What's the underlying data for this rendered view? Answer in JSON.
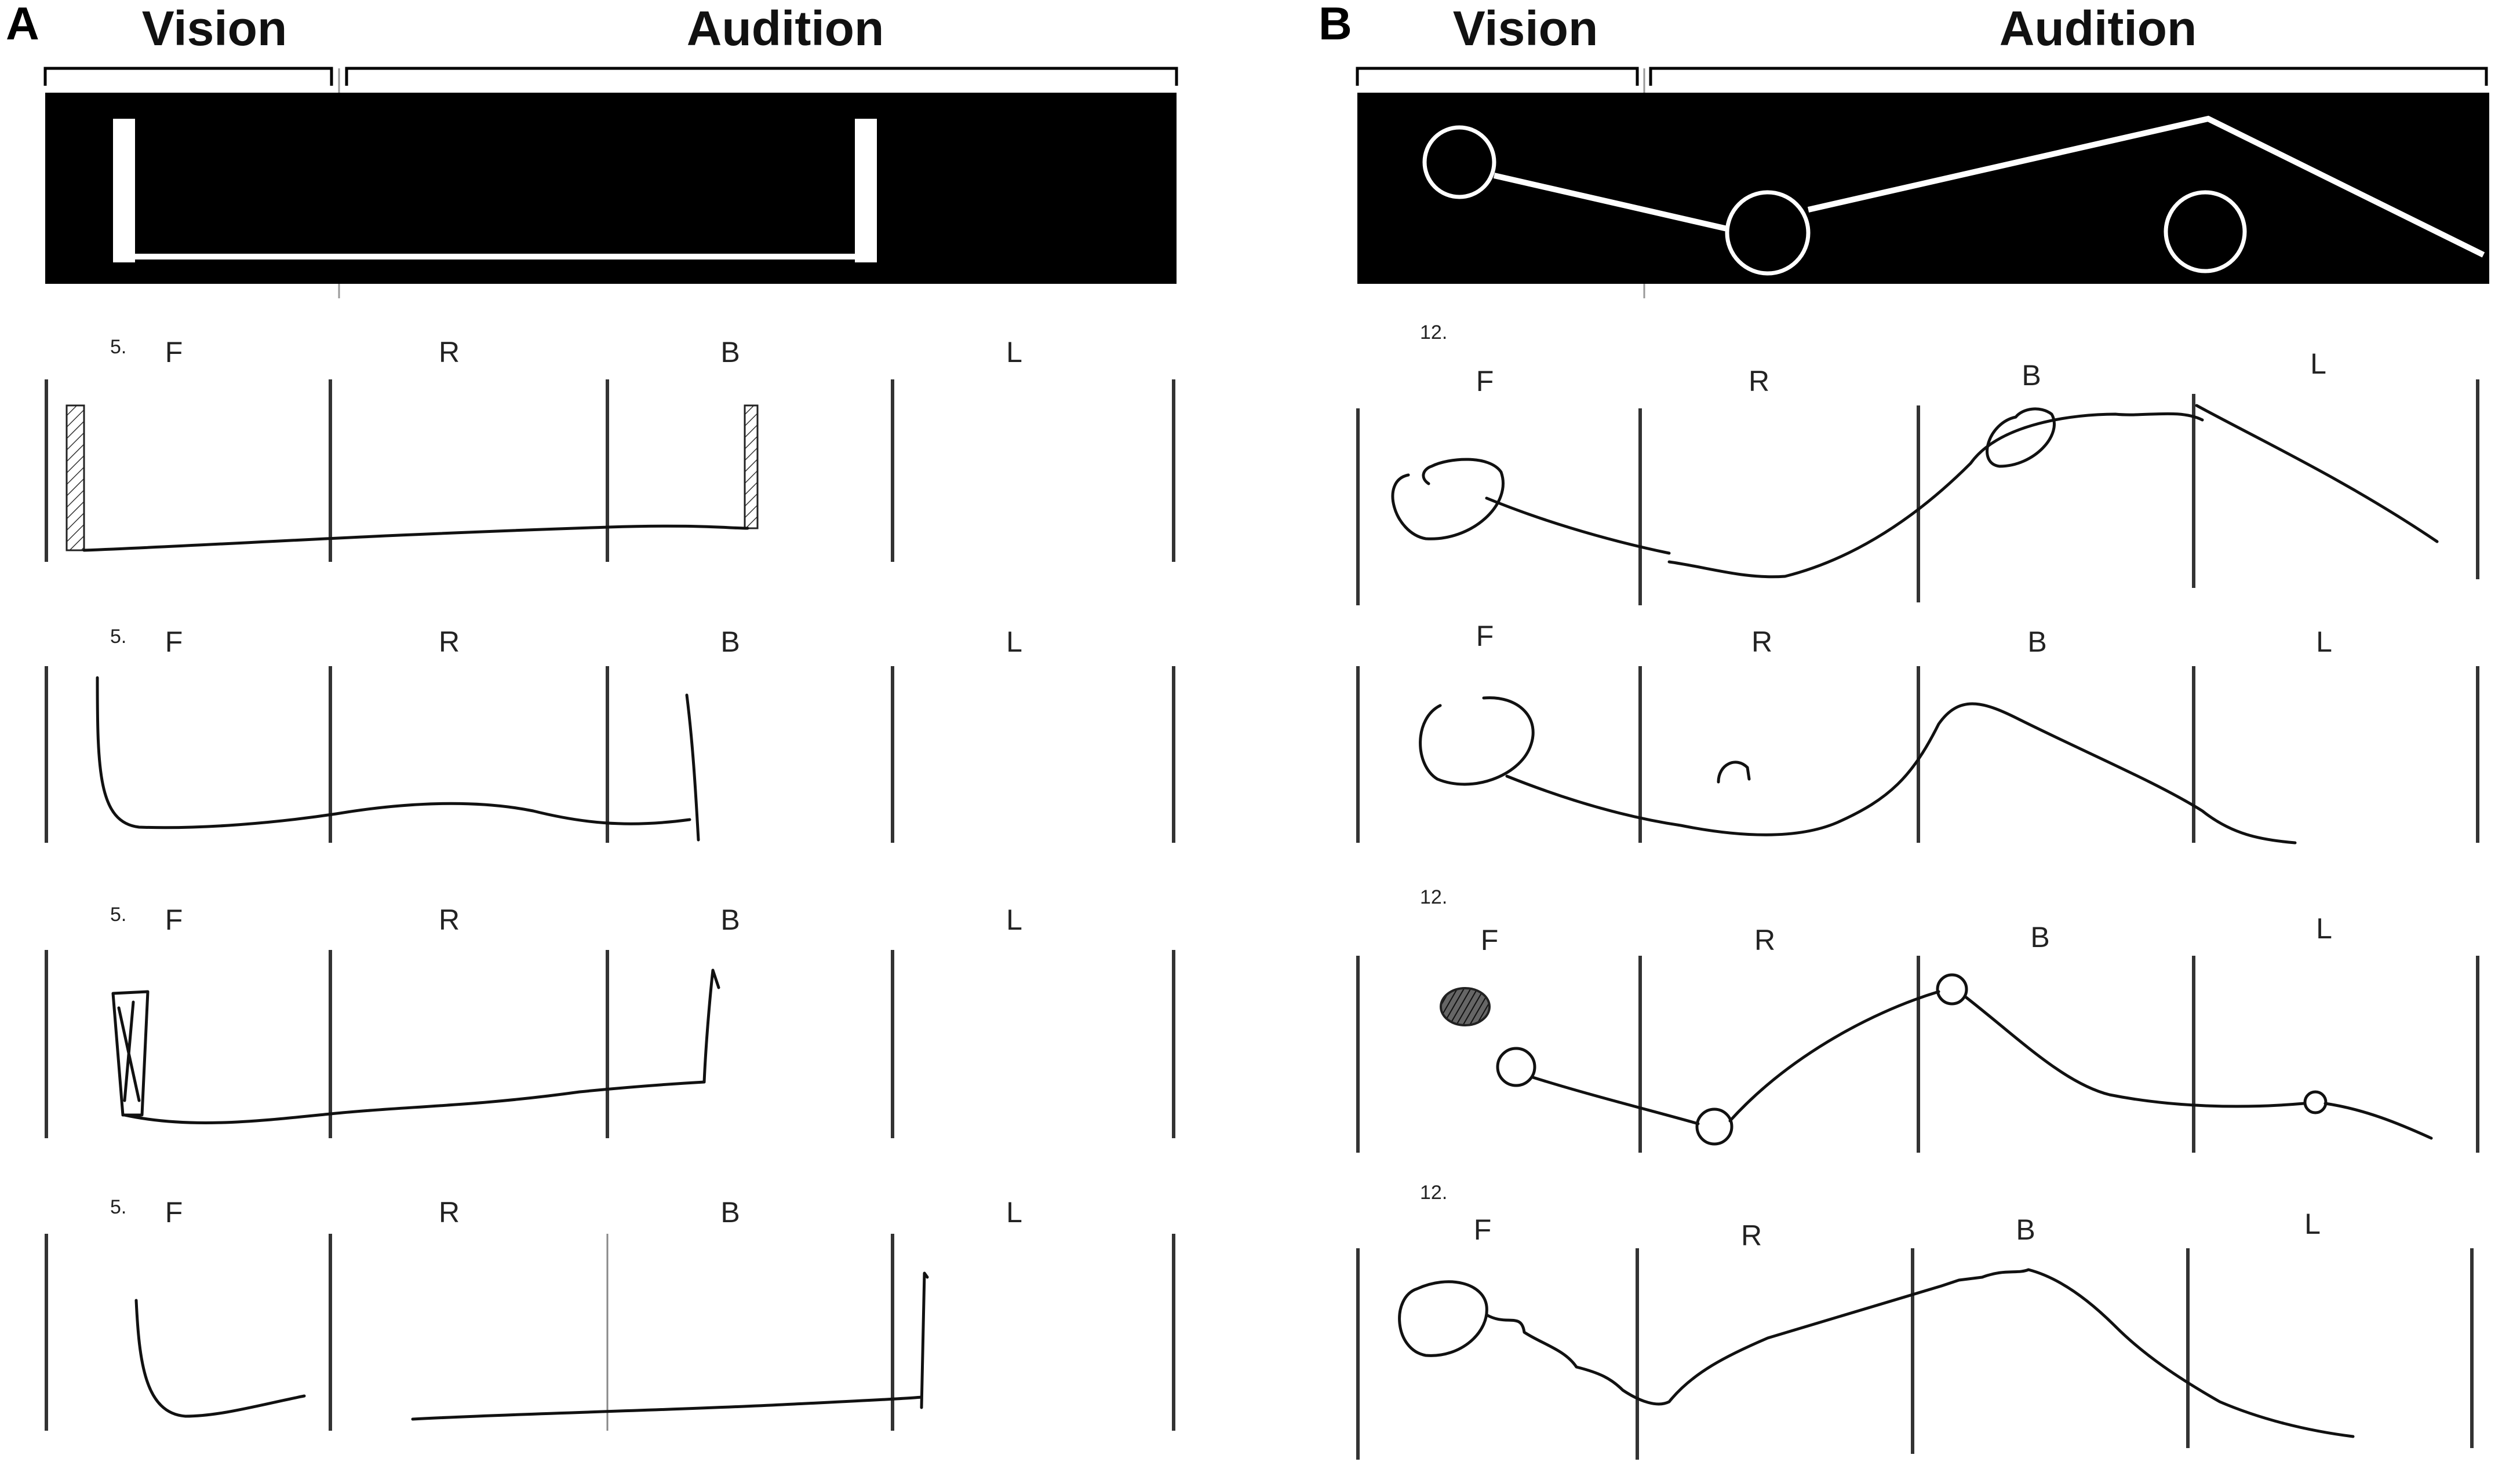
{
  "panel_a": {
    "letter": "A",
    "vision_label": "Vision",
    "audition_label": "Audition",
    "rows": [
      {
        "trial": "5.",
        "labels": [
          "F",
          "R",
          "B",
          "L"
        ]
      },
      {
        "trial": "5.",
        "labels": [
          "F",
          "R",
          "B",
          "L"
        ]
      },
      {
        "trial": "5.",
        "labels": [
          "F",
          "R",
          "B",
          "L"
        ]
      },
      {
        "trial": "5.",
        "labels": [
          "F",
          "R",
          "B",
          "L"
        ]
      }
    ]
  },
  "panel_b": {
    "letter": "B",
    "vision_label": "Vision",
    "audition_label": "Audition",
    "rows": [
      {
        "trial": "12.",
        "labels": [
          "F",
          "R",
          "B",
          "L"
        ]
      },
      {
        "trial": "",
        "labels": [
          "F",
          "R",
          "B",
          "L"
        ]
      },
      {
        "trial": "12.",
        "labels": [
          "F",
          "R",
          "B",
          "L"
        ]
      },
      {
        "trial": "12.",
        "labels": [
          "F",
          "R",
          "B",
          "L"
        ]
      }
    ]
  },
  "colors": {
    "stimulus_background": "#000000",
    "stimulus_foreground": "#ffffff",
    "drawing": "#111111"
  }
}
